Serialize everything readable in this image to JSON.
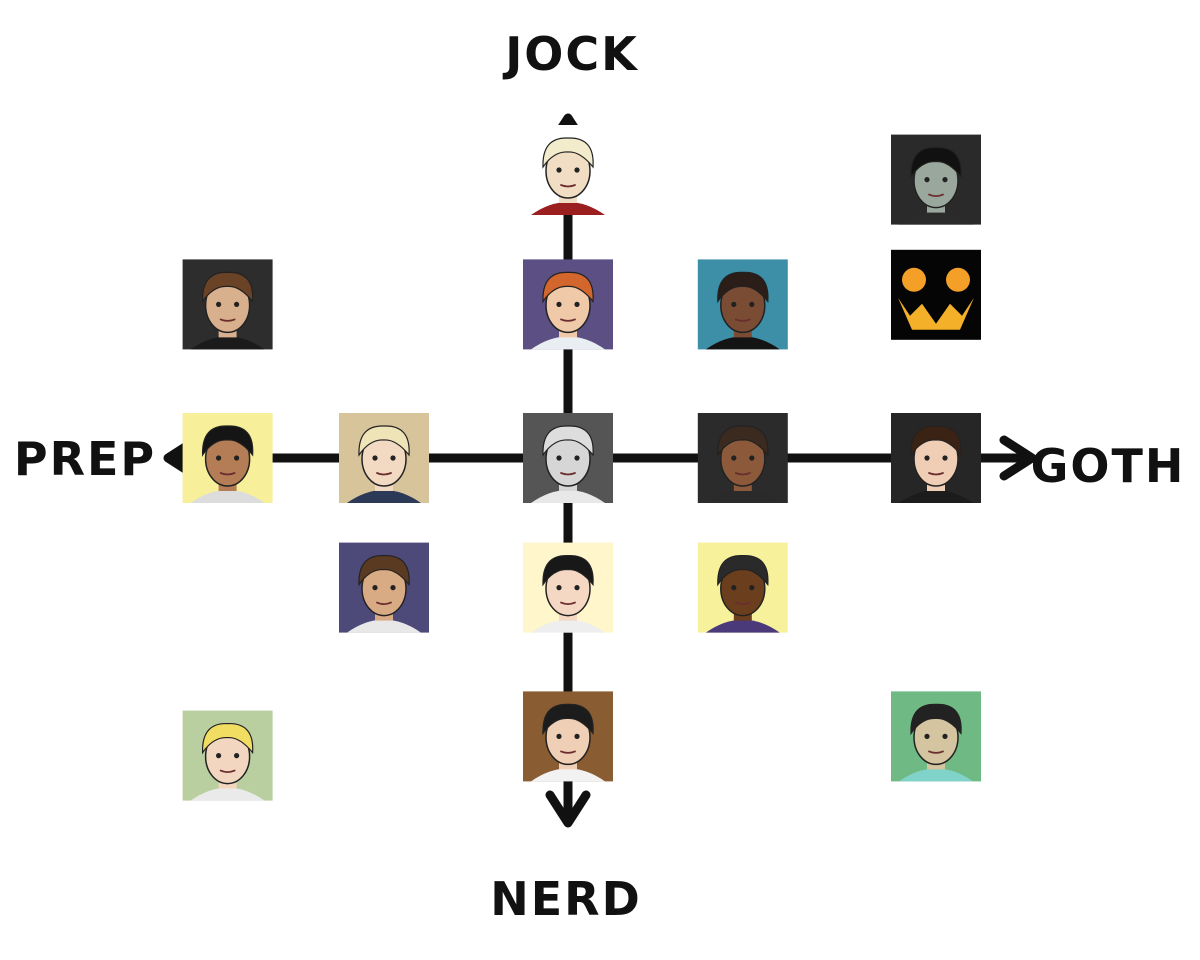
{
  "chart_data": {
    "type": "scatter",
    "x_axis": {
      "negative_label": "PREP",
      "positive_label": "GOTH"
    },
    "y_axis": {
      "positive_label": "JOCK",
      "negative_label": "NERD"
    },
    "xlim": [
      -4,
      4
    ],
    "ylim": [
      -4,
      4
    ],
    "grid": false,
    "points": [
      {
        "id": "blonde-bun-red-collar",
        "x": 0,
        "y": 3.0,
        "bg": "#ffffff",
        "skin": "#f1dcc4",
        "hair": "#f2eccd",
        "shirt": "#9b1f1f"
      },
      {
        "id": "ginger-white-armor",
        "x": 0,
        "y": 1.6,
        "bg": "#5b4f84",
        "skin": "#efc9a8",
        "hair": "#d2662d",
        "shirt": "#e9eef2"
      },
      {
        "id": "mustache-suit",
        "x": 1.9,
        "y": 1.6,
        "bg": "#3d8fa8",
        "skin": "#7a4c34",
        "hair": "#2b1d17",
        "shirt": "#141414"
      },
      {
        "id": "grey-zombie-girl",
        "x": 4.0,
        "y": 2.9,
        "bg": "#2a2a2a",
        "skin": "#9aa79d",
        "hair": "#111111",
        "shirt": "#2b2b2b"
      },
      {
        "id": "pumpkin-face",
        "x": 4.0,
        "y": 1.7,
        "bg": "#050505",
        "skin": "#050505",
        "hair": "#050505",
        "shirt": "#050505"
      },
      {
        "id": "brown-hair-dark-bg",
        "x": -3.7,
        "y": 1.6,
        "bg": "#2d2d2d",
        "skin": "#d9b08d",
        "hair": "#6a4226",
        "shirt": "#1b1b1b"
      },
      {
        "id": "black-hair-yellow-bg",
        "x": -3.7,
        "y": 0,
        "bg": "#f7ef9a",
        "skin": "#b47d55",
        "hair": "#151515",
        "shirt": "#dcdcdc"
      },
      {
        "id": "blonde-short-beige-bg",
        "x": -2.0,
        "y": 0,
        "bg": "#d8c49a",
        "skin": "#f1d9c2",
        "hair": "#efe4b8",
        "shirt": "#2c3a58"
      },
      {
        "id": "silver-hair-center",
        "x": 0,
        "y": 0,
        "bg": "#555555",
        "skin": "#d6d6d6",
        "hair": "#dddddd",
        "shirt": "#e8e8e8"
      },
      {
        "id": "headband-dark-bg",
        "x": 1.9,
        "y": 0,
        "bg": "#2b2b2b",
        "skin": "#8c5a3b",
        "hair": "#3a2a20",
        "shirt": "#2a2a2a"
      },
      {
        "id": "messy-hair-eyepatch-goth",
        "x": 4.0,
        "y": 0,
        "bg": "#262626",
        "skin": "#f0cdb5",
        "hair": "#3a2215",
        "shirt": "#1c1c1c"
      },
      {
        "id": "brown-hair-armor",
        "x": -2.0,
        "y": -1.35,
        "bg": "#4d4a7a",
        "skin": "#d9ab84",
        "hair": "#5a3b21",
        "shirt": "#e8e8e8"
      },
      {
        "id": "black-hair-cream-bg",
        "x": 0,
        "y": -1.35,
        "bg": "#fff6cc",
        "skin": "#f4d8c4",
        "hair": "#181818",
        "shirt": "#eeeeee"
      },
      {
        "id": "dreadlocks-beanie",
        "x": 1.9,
        "y": -1.35,
        "bg": "#f8f19c",
        "skin": "#6b3e1e",
        "hair": "#2a2a2a",
        "shirt": "#4b3a7a"
      },
      {
        "id": "blonde-spiky-green-bg",
        "x": -3.7,
        "y": -3.1,
        "bg": "#b9cfa0",
        "skin": "#f3d6bf",
        "hair": "#f2dd63",
        "shirt": "#eaeaea"
      },
      {
        "id": "glasses-wood-bg",
        "x": 0,
        "y": -2.9,
        "bg": "#8a5c32",
        "skin": "#efcfb6",
        "hair": "#1c1c1c",
        "shirt": "#f2f2f2"
      },
      {
        "id": "eyepatch-green-bg",
        "x": 4.0,
        "y": -2.9,
        "bg": "#6fba84",
        "skin": "#d5c4a0",
        "hair": "#222222",
        "shirt": "#7fd3c8"
      }
    ]
  }
}
